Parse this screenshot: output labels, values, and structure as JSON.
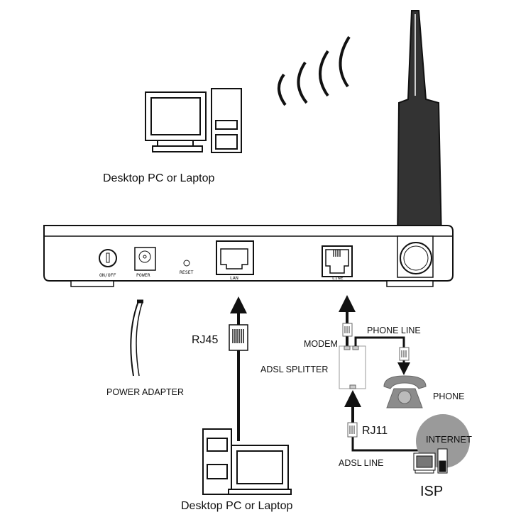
{
  "labels": {
    "top_device": "Desktop PC or Laptop",
    "bottom_device": "Desktop PC or Laptop",
    "power_adapter": "POWER ADAPTER",
    "rj45": "RJ45",
    "modem": "MODEM",
    "adsl_splitter": "ADSL SPLITTER",
    "phone_line": "PHONE LINE",
    "phone": "PHONE",
    "rj11": "RJ11",
    "adsl_line": "ADSL LINE",
    "internet": "INTERNET",
    "isp": "ISP"
  },
  "router_ports": {
    "on_off": "ON/OFF",
    "power": "POWER",
    "reset": "RESET",
    "lan": "LAN",
    "line": "LINE"
  },
  "colors": {
    "line": "#111111",
    "internet": "#9a9a9a",
    "phone": "#8c8c8c"
  }
}
